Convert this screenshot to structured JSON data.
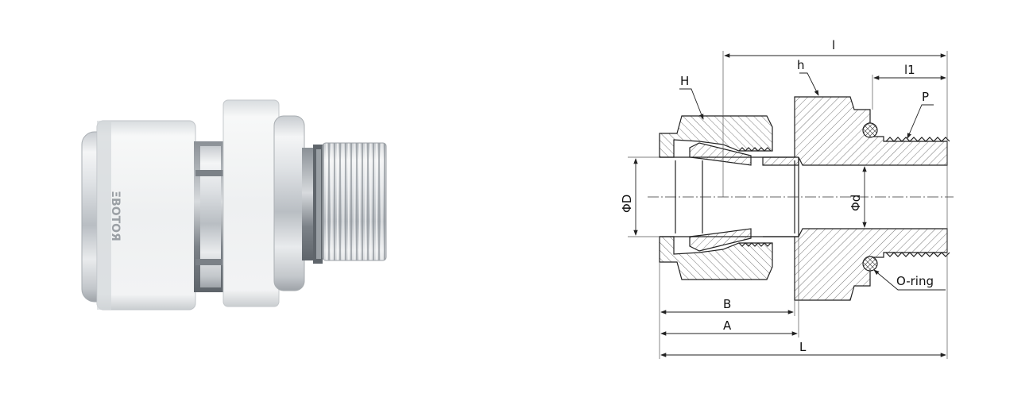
{
  "photo": {
    "brand_engraving": "ΞBOTOЯ"
  },
  "drawing": {
    "labels": {
      "l": "l",
      "h_small": "h",
      "l1": "l1",
      "H": "H",
      "P": "P",
      "phiD": "ΦD",
      "phid": "Φd",
      "oring": "O-ring",
      "B": "B",
      "A": "A",
      "L": "L"
    }
  }
}
